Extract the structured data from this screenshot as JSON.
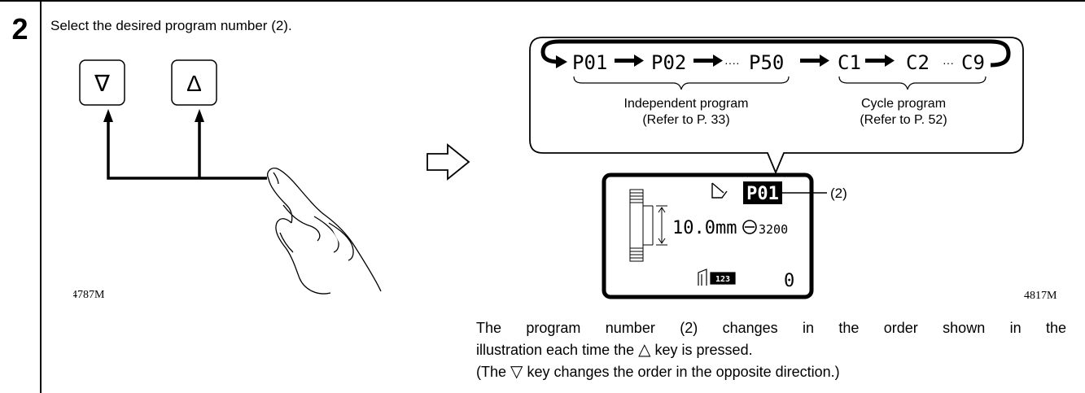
{
  "step_number": "2",
  "instruction": "Select the desired program number (2).",
  "left_figure": {
    "down_key_symbol": "∇",
    "up_key_symbol": "Δ",
    "code": "4787M"
  },
  "flow": {
    "items": [
      "P01",
      "P02",
      "P50",
      "C1",
      "C2",
      "C9"
    ],
    "ellipsis": "····",
    "ellipsis_short": "···",
    "independent_label": "Independent program",
    "independent_ref": "(Refer to P. 33)",
    "cycle_label": "Cycle program",
    "cycle_ref": "(Refer to P. 52)"
  },
  "lcd": {
    "program": "P01",
    "stitch_length": "10.0mm",
    "speed": "3200",
    "counter_icon_text": "123",
    "counter": "0",
    "callout": "(2)"
  },
  "right_code": "4817M",
  "paragraph": {
    "line1": "The program number (2) changes in the order shown in the",
    "line2_a": "illustration each time the",
    "line2_b": "key is pressed.",
    "line3_a": "(The",
    "line3_b": "key changes the order in the opposite direction.)",
    "up_symbol": "△",
    "down_symbol": "▽"
  }
}
